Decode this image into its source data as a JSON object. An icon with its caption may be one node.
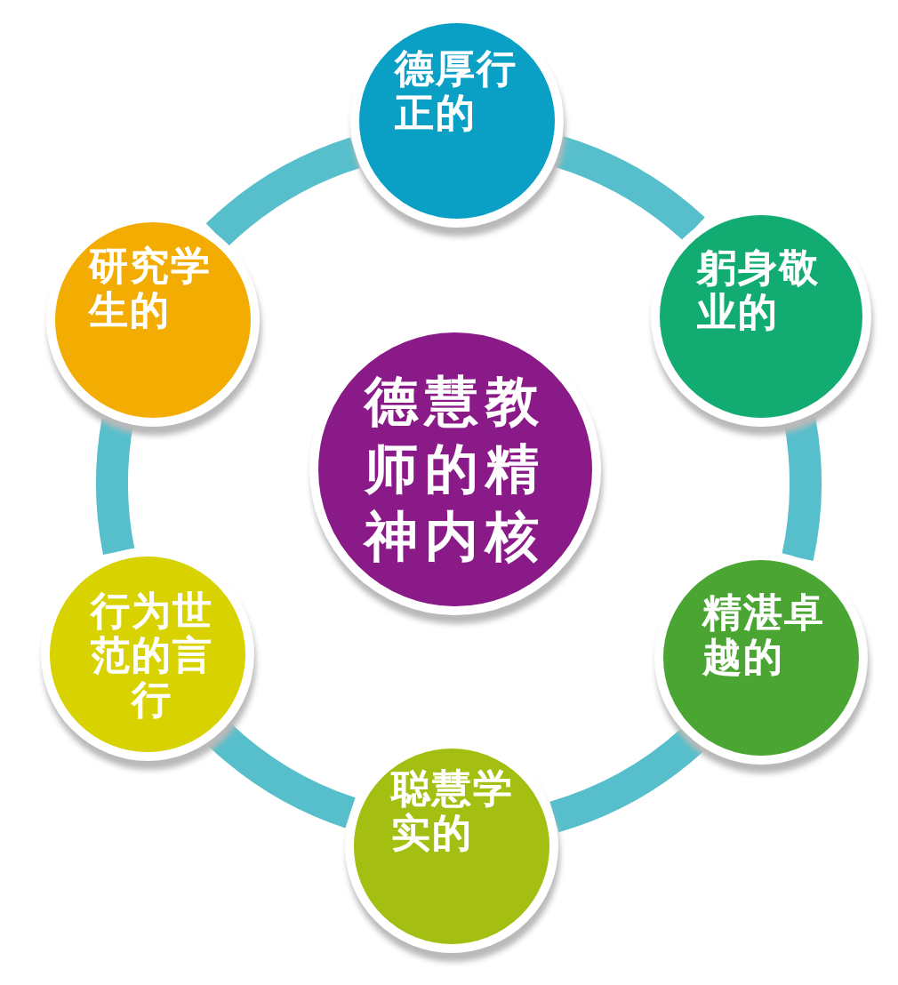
{
  "diagram": {
    "nodes": [
      {
        "text": [
          "德慧教师的精神内核"
        ]
      },
      {
        "text": [
          "德厚行正的"
        ]
      },
      {
        "text": [
          "躬身敬业的"
        ]
      },
      {
        "text": [
          "精湛卓越的"
        ]
      },
      {
        "text": [
          "聪慧学实的"
        ]
      },
      {
        "text": [
          "行为世范的言行"
        ]
      },
      {
        "text": [
          "研究学生的"
        ]
      }
    ],
    "edges": [
      {
        "from": 1,
        "to": 2,
        "arrow": "none"
      },
      {
        "from": 2,
        "to": 3,
        "arrow": "none"
      },
      {
        "from": 3,
        "to": 4,
        "arrow": "none"
      },
      {
        "from": 4,
        "to": 5,
        "arrow": "none"
      },
      {
        "from": 5,
        "to": 6,
        "arrow": "none"
      },
      {
        "from": 6,
        "to": 1,
        "arrow": "none"
      }
    ]
  }
}
